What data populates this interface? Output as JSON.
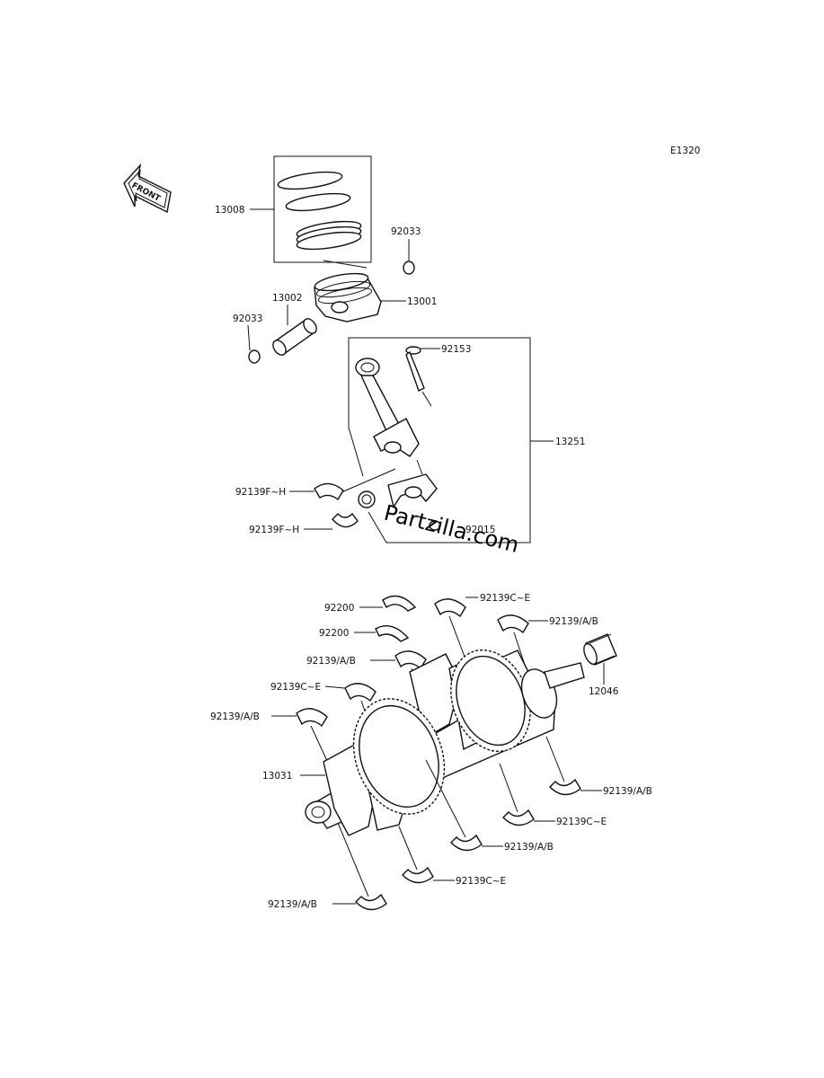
{
  "diagram_code": "E1320",
  "front_label": "FRONT",
  "watermark": "Partzilla.com",
  "labels": {
    "l13008": "13008",
    "l92033a": "92033",
    "l13002": "13002",
    "l13001": "13001",
    "l92033b": "92033",
    "l92153": "92153",
    "l13251": "13251",
    "l92139fh1": "92139F~H",
    "l92139fh2": "92139F~H",
    "l92015": "92015",
    "l92200a": "92200",
    "l92200b": "92200",
    "l92139ce1": "92139C~E",
    "l92139ab1": "92139/A/B",
    "l92139ab2": "92139/A/B",
    "l92139ce2": "92139C~E",
    "l92139ab3": "92139/A/B",
    "l12046": "12046",
    "l13031": "13031",
    "l92139ab4": "92139/A/B",
    "l92139ce3": "92139C~E",
    "l92139ab5": "92139/A/B",
    "l92139ce4": "92139C~E",
    "l92139ab6": "92139/A/B"
  }
}
